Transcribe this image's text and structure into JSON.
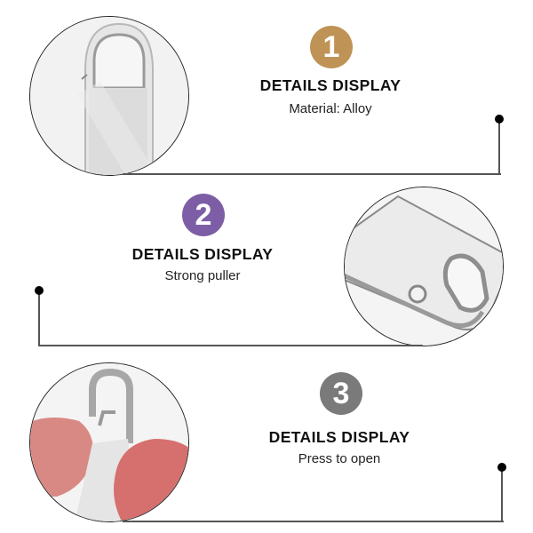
{
  "sections": [
    {
      "number": "1",
      "title": "DETAILS DISPLAY",
      "subtitle": "Material: Alloy",
      "badge_color": "#bf9356",
      "photo": "zipper-pull-hook-closeup"
    },
    {
      "number": "2",
      "title": "DETAILS DISPLAY",
      "subtitle": "Strong puller",
      "badge_color": "#7d5ea6",
      "photo": "zipper-pull-triangle-end-closeup"
    },
    {
      "number": "3",
      "title": "DETAILS DISPLAY",
      "subtitle": "Press to open",
      "badge_color": "#7a7a7a",
      "photo": "fingers-pressing-hook-closeup"
    }
  ],
  "colors": {
    "background": "#ffffff",
    "connector_line": "#555555",
    "connector_dot": "#000000",
    "circle_border": "#222222"
  }
}
